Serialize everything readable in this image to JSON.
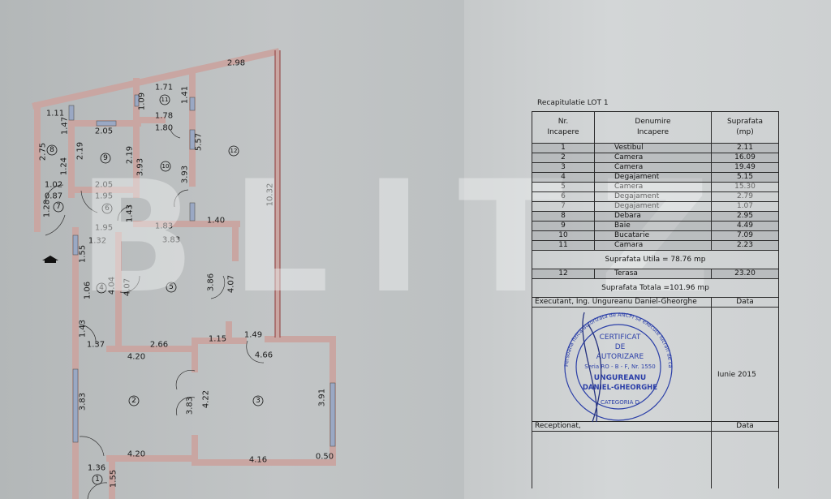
{
  "watermark": "BLITZ",
  "plan": {
    "rooms": [
      "1",
      "2",
      "3",
      "4",
      "5",
      "6",
      "7",
      "8",
      "9",
      "10",
      "11",
      "12"
    ],
    "dims": [
      "2.98",
      "1.71",
      "1.09",
      "1.41",
      "1.78",
      "1.80",
      "1.11",
      "1.47",
      "2.05",
      "2.75",
      "2.19",
      "2.19",
      "5.57",
      "1.24",
      "3.93",
      "3.93",
      "2.05",
      "1.02",
      "1.95",
      "0.87",
      "10.32",
      "1.28",
      "1.43",
      "1.83",
      "1.40",
      "1.95",
      "3.83",
      "1.32",
      "1.55",
      "3.86",
      "4.07",
      "4.07",
      "4.04",
      "1.06",
      "1.43",
      "1.37",
      "2.66",
      "1.15",
      "1.49",
      "4.20",
      "4.66",
      "3.83",
      "3.83",
      "4.22",
      "3.91",
      "4.20",
      "4.16",
      "0.50",
      "1.36",
      "1.55"
    ],
    "wall_color": "#c9a6a2",
    "window_color": "#9aa8c4"
  },
  "recap": {
    "title": "Recapitulatie LOT 1",
    "headers": [
      "Nr.\nIncapere",
      "Denumire\nIncapere",
      "Suprafata\n(mp)"
    ],
    "rows": [
      {
        "nr": "1",
        "name": "Vestibul",
        "area": "2.11"
      },
      {
        "nr": "2",
        "name": "Camera",
        "area": "16.09"
      },
      {
        "nr": "3",
        "name": "Camera",
        "area": "19.49"
      },
      {
        "nr": "4",
        "name": "Degajament",
        "area": "5.15"
      },
      {
        "nr": "5",
        "name": "Camera",
        "area": "15.30"
      },
      {
        "nr": "6",
        "name": "Degajament",
        "area": "2.79"
      },
      {
        "nr": "7",
        "name": "Degajament",
        "area": "1.07"
      },
      {
        "nr": "8",
        "name": "Debara",
        "area": "2.95"
      },
      {
        "nr": "9",
        "name": "Baie",
        "area": "4.49"
      },
      {
        "nr": "10",
        "name": "Bucatarie",
        "area": "7.09"
      },
      {
        "nr": "11",
        "name": "Camara",
        "area": "2.23"
      }
    ],
    "useful_total": "Suprafata Utila = 78.76 mp",
    "terrace": {
      "nr": "12",
      "name": "Terasa",
      "area": "23.20"
    },
    "grand_total": "Suprafata Totala =101.96 mp",
    "executant": "Executant, Ing. Ungureanu Daniel-Gheorghe",
    "data_label": "Data",
    "date": "Iunie 2015",
    "receptionat": "Receptionat,",
    "data_label2": "Data"
  },
  "stamp": {
    "ring_text": "Persoana fizica autorizata de ANCPI sa execute lucrari de cadastru, geodezie si cartografie",
    "lines": [
      "CERTIFICAT",
      "DE",
      "AUTORIZARE",
      "Seria RO - B - F, Nr. 1550",
      "UNGUREANU",
      "DANIEL-GHEORGHE",
      "CATEGORIA D"
    ],
    "color": "#2b3fa8"
  }
}
